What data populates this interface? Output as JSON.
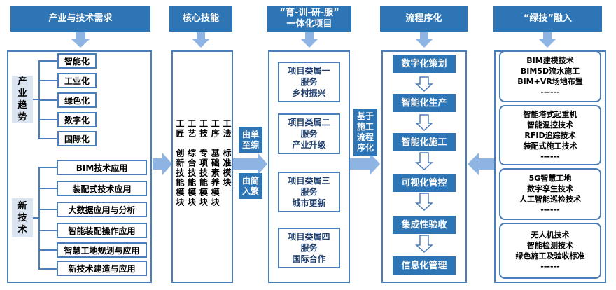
{
  "headers": {
    "industry": "产业与技术需求",
    "core": "核心技能",
    "project": [
      "“育-训-研-服”",
      "一体化项目"
    ],
    "process": "流程序化",
    "green": "“绿技”融入"
  },
  "industry": {
    "trend_label": [
      "产",
      "业",
      "趋",
      "势"
    ],
    "trends": [
      "智能化",
      "工业化",
      "绿色化",
      "数字化",
      "国际化"
    ],
    "newtech_label": [
      "新",
      "技",
      "术"
    ],
    "newtech": [
      "BIM技术应用",
      "装配式技术应用",
      "大数据应用与分析",
      "智能装配操作应用",
      "智慧工地规划与应用",
      "新技术建造与应用"
    ]
  },
  "core_skills": {
    "top_texts": [
      "工法",
      "工序",
      "工技",
      "工艺",
      "工匠"
    ],
    "bottom_texts": [
      "标准模块",
      "基础素养模块",
      "专项技能模块",
      "综合技能模块",
      "创新技能模块"
    ]
  },
  "connectors": {
    "single_to_full": [
      "由单",
      "至综"
    ],
    "simple_to_complex": [
      "由简",
      "入繁"
    ],
    "construction_process": [
      "基于",
      "施工",
      "流程",
      "序化"
    ]
  },
  "projects": [
    {
      "line1": "项目类属一",
      "line2": "服务",
      "line3": "乡村振兴"
    },
    {
      "line1": "项目类属二",
      "line2": "服务",
      "line3": "产业升级"
    },
    {
      "line1": "项目类属三",
      "line2": "服务",
      "line3": "城市更新"
    },
    {
      "line1": "项目类属四",
      "line2": "服务",
      "line3": "国际合作"
    }
  ],
  "process_steps": [
    "数字化策划",
    "智能化生产",
    "智能化施工",
    "可视化管控",
    "集成性验收",
    "信息化管理"
  ],
  "green_groups": [
    {
      "items": [
        "BIM建模技术",
        "BIM5D流水施工",
        "BIM+VR场地布置"
      ],
      "more": "------"
    },
    {
      "items": [
        "智能塔式起重机",
        "智能温控技术",
        "RFID追踪技术",
        "装配式施工技术"
      ],
      "more": "------"
    },
    {
      "items": [
        "5G智慧工地",
        "数字孪生技术",
        "人工智能巡检技术"
      ],
      "more": "------"
    },
    {
      "items": [
        "无人机技术",
        "智能检测技术",
        "绿色施工及验收标准"
      ],
      "more": "------"
    }
  ],
  "colors": {
    "accent": "#2e75b6",
    "border": "#4a7ebb",
    "light": "#dbe5f1",
    "arrow": "#8eb4e3"
  }
}
